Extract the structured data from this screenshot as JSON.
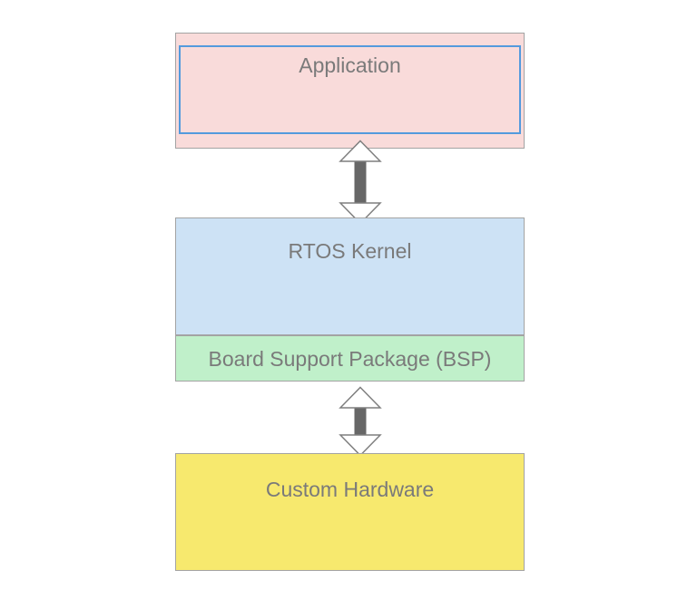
{
  "diagram": {
    "type": "layered-architecture",
    "nodes": [
      {
        "id": "application",
        "label": "Application"
      },
      {
        "id": "rtos-kernel",
        "label": "RTOS Kernel"
      },
      {
        "id": "bsp",
        "label": "Board Support Package (BSP)"
      },
      {
        "id": "custom-hardware",
        "label": "Custom Hardware"
      }
    ],
    "connectors": [
      {
        "from": "application",
        "to": "rtos-kernel",
        "style": "double-headed-vertical-arrow"
      },
      {
        "from": "bsp",
        "to": "custom-hardware",
        "style": "double-headed-vertical-arrow"
      }
    ]
  },
  "colors": {
    "page-bg": "#ffffff",
    "application-fill": "#f9dbda",
    "application-inner-stroke": "#549add",
    "rtos-fill": "#cde2f5",
    "bsp-fill": "#c0f0ca",
    "hardware-fill": "#f7e96e",
    "box-border": "#a3a3a3",
    "label-text": "#7a7a7a",
    "arrow-shaft": "#676767",
    "arrow-outline": "#7f7f7f"
  }
}
